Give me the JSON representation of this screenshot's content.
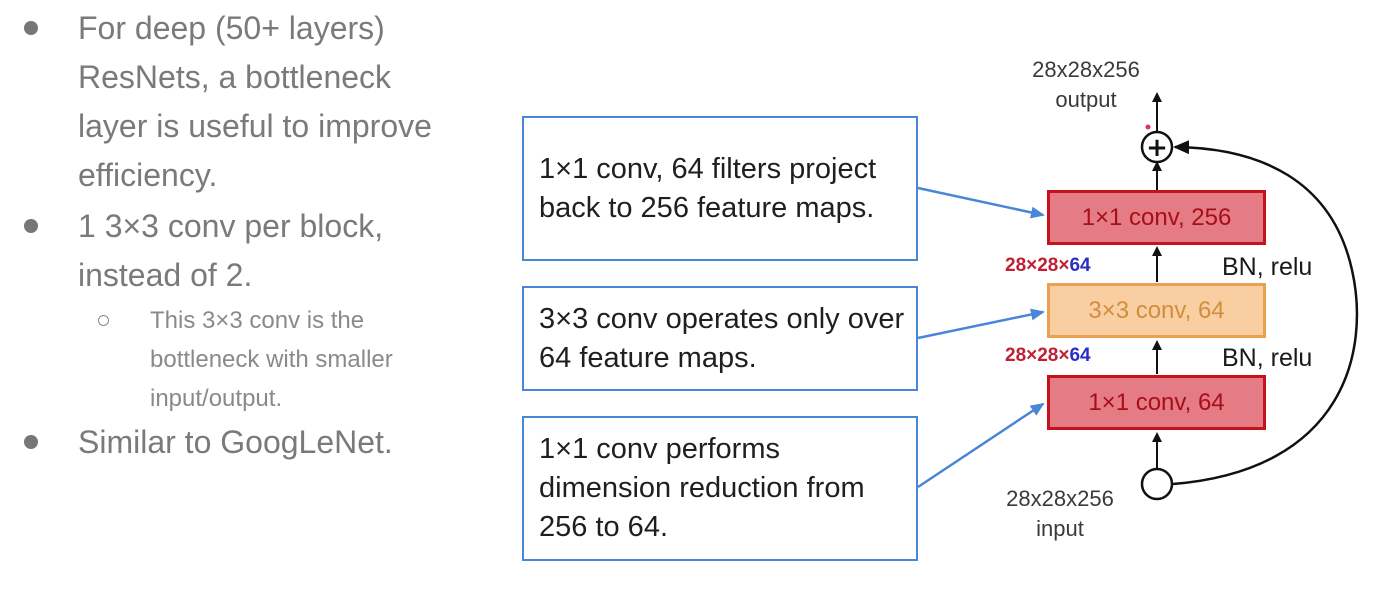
{
  "bullets": {
    "items": [
      {
        "text": "For deep (50+ layers) ResNets, a bottleneck layer is useful to improve efficiency."
      },
      {
        "text": "1 3×3 conv per block, instead of 2."
      },
      {
        "text": "Similar to GoogLeNet."
      }
    ],
    "sub_items": [
      {
        "text": "This 3×3 conv is the bottleneck with smaller input/output."
      }
    ]
  },
  "diagram": {
    "callouts": [
      {
        "text": "1×1 conv, 64 filters project back to 256 feature maps."
      },
      {
        "text": "3×3 conv operates only over 64 feature maps."
      },
      {
        "text": "1×1 conv performs dimension reduction from 256 to 64."
      }
    ],
    "layers": {
      "top": "1×1 conv, 256",
      "middle": "3×3 conv, 64",
      "bottom": "1×1 conv, 64"
    },
    "dims": [
      {
        "red": "28×28×",
        "blue": "64"
      },
      {
        "red": "28×28×",
        "blue": "64"
      }
    ],
    "activations": [
      "BN, relu",
      "BN, relu"
    ],
    "output": {
      "size": "28x28x256",
      "label": "output"
    },
    "input": {
      "size": "28x28x256",
      "label": "input"
    },
    "add_symbol": "+",
    "colors": {
      "callout_border": "#4a86d8",
      "conv1x1_fill": "#e57b85",
      "conv1x1_border": "#c4131f",
      "conv3x3_fill": "#f9cea0",
      "conv3x3_border": "#e9a050",
      "dim_red": "#c01f34",
      "dim_blue": "#2a2ec4"
    }
  }
}
